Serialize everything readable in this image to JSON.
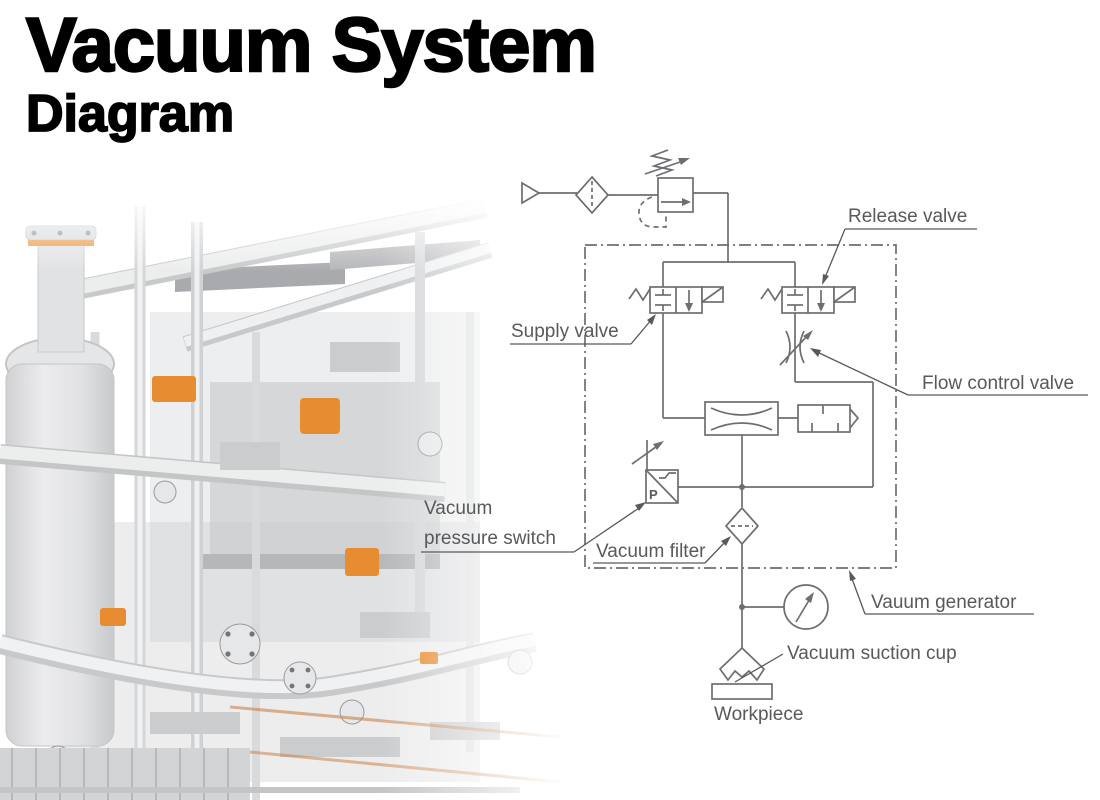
{
  "title": {
    "line1": "Vacuum System",
    "line2": "Diagram"
  },
  "diagram": {
    "labels": {
      "release_valve": "Release valve",
      "supply_valve": "Supply valve",
      "flow_control_valve": "Flow control valve",
      "vacuum_pressure_switch_line1": "Vacuum",
      "vacuum_pressure_switch_line2": "pressure switch",
      "vacuum_filter": "Vacuum filter",
      "vacuum_generator": "Vauum generator",
      "vacuum_suction_cup": "Vacuum suction cup",
      "workpiece": "Workpiece"
    },
    "symbols": {
      "pressure_switch_port_letter": "P"
    },
    "components": [
      "air-supply",
      "air-line-filter",
      "pressure-regulator",
      "supply-valve",
      "release-valve",
      "flow-control-valve",
      "vacuum-ejector",
      "silencer",
      "vacuum-pressure-switch",
      "vacuum-filter",
      "vacuum-generator-boundary",
      "pressure-gauge",
      "vacuum-suction-cup",
      "workpiece"
    ],
    "colors": {
      "line": "#6d6e71",
      "label_text": "#58595b",
      "title_text": "#000000",
      "photo_accent": "#e8882a"
    }
  }
}
